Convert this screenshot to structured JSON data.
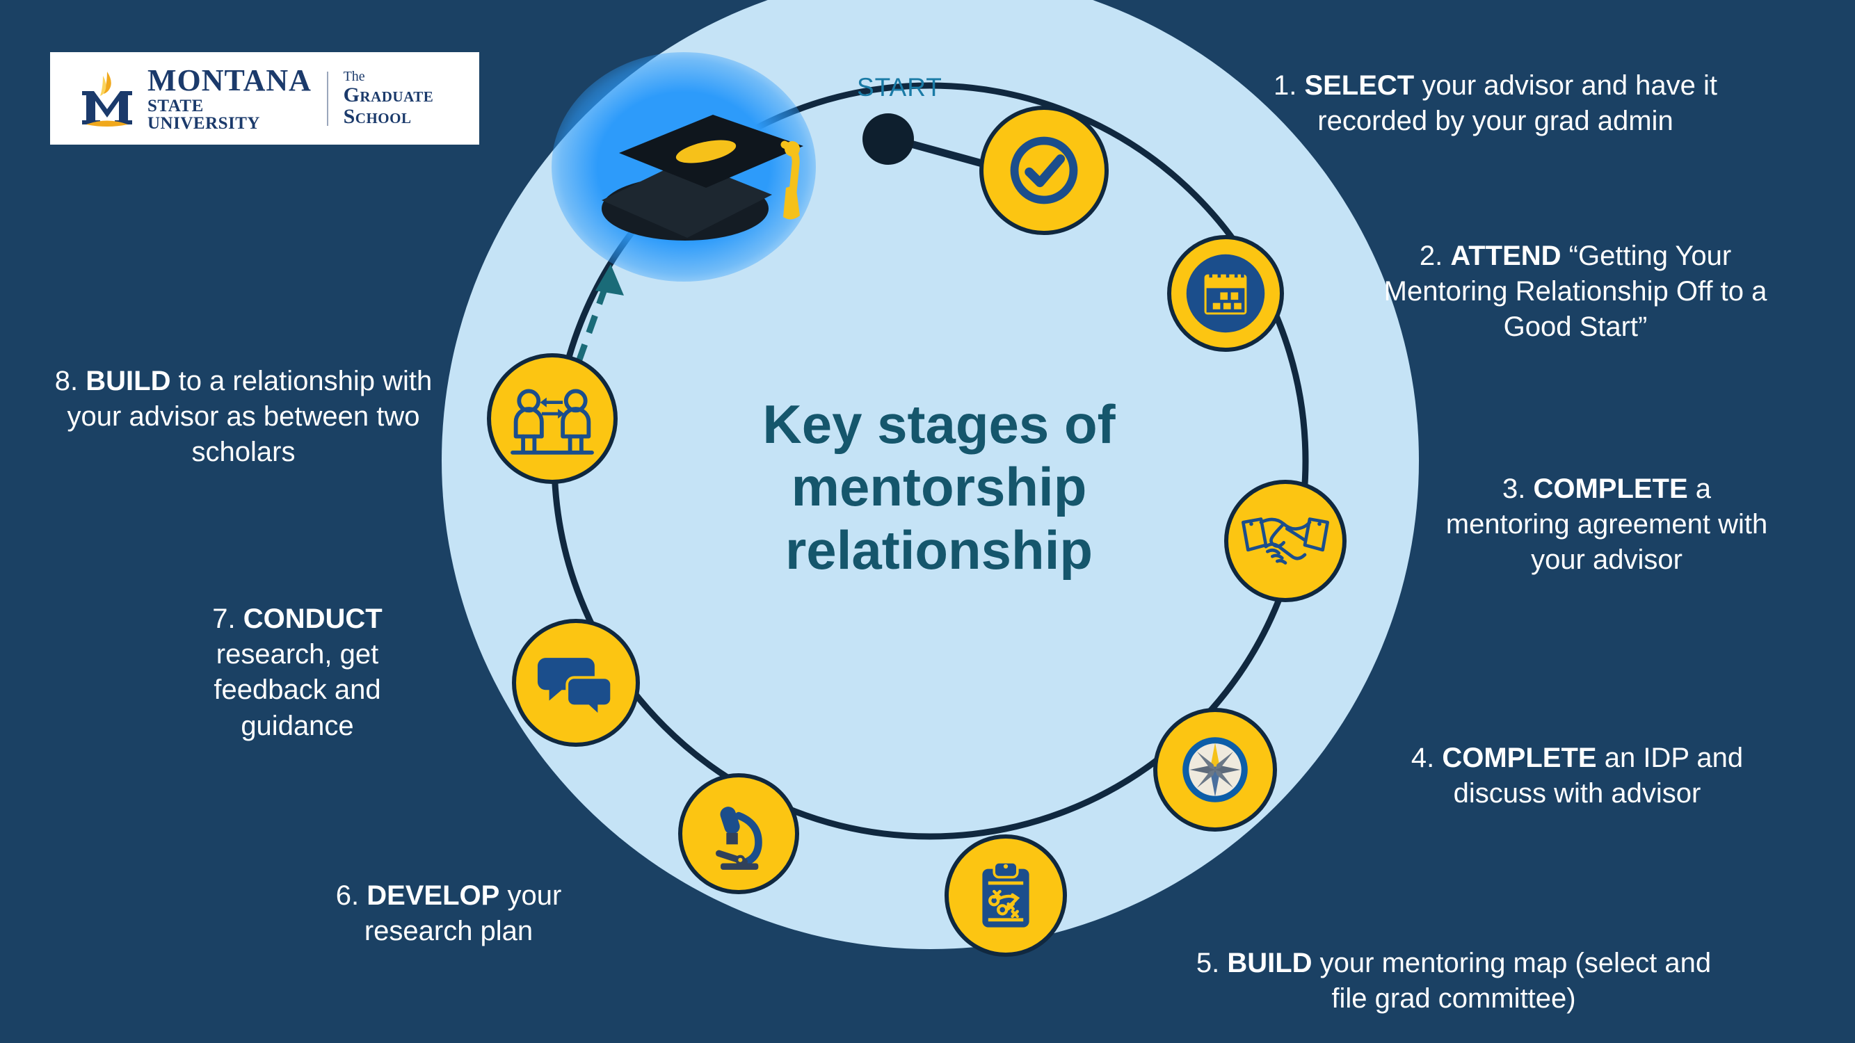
{
  "logo": {
    "university_line1": "MONTANA",
    "university_line2": "STATE UNIVERSITY",
    "unit_line1": "The",
    "unit_line2": "Graduate School",
    "mark": "msu-m-flame-logo"
  },
  "center": {
    "title_line1": "Key stages of",
    "title_line2": "mentorship",
    "title_line3": "relationship"
  },
  "start": {
    "label": "START"
  },
  "colors": {
    "background_navy": "#1b4164",
    "disc_light_blue": "#c5e3f6",
    "node_yellow": "#fcc512",
    "outline_navy": "#10283f",
    "icon_blue": "#1b4e8c",
    "title_teal": "#15566c",
    "start_teal": "#1a7ba6",
    "glow_blue": "#2d9bfa",
    "text_white": "#ffffff"
  },
  "steps": [
    {
      "number": "1.",
      "keyword": "SELECT",
      "rest": " your advisor and have it recorded by  your grad admin",
      "icon": "check-circle-icon"
    },
    {
      "number": "2.",
      "keyword": "ATTEND",
      "rest": " “Getting Your Mentoring Relationship Off to a Good Start”",
      "icon": "calendar-icon"
    },
    {
      "number": "3.",
      "keyword": "COMPLETE",
      "rest": " a mentoring agreement with your advisor",
      "icon": "handshake-icon"
    },
    {
      "number": "4.",
      "keyword": "COMPLETE",
      "rest": " an IDP and discuss with advisor",
      "icon": "compass-icon"
    },
    {
      "number": "5.",
      "keyword": "BUILD",
      "rest": " your mentoring map (select and file grad committee)",
      "icon": "clipboard-strategy-icon"
    },
    {
      "number": "6.",
      "keyword": "DEVELOP",
      "rest": " your research plan",
      "icon": "microscope-icon"
    },
    {
      "number": "7.",
      "keyword": "CONDUCT",
      "rest": " research, get feedback and guidance",
      "icon": "chat-bubbles-icon"
    },
    {
      "number": "8.",
      "keyword": "BUILD",
      "rest": " to a relationship with your advisor as between two scholars",
      "icon": "two-people-exchange-icon"
    }
  ],
  "graduation_cap": {
    "icon": "graduation-cap-icon"
  }
}
